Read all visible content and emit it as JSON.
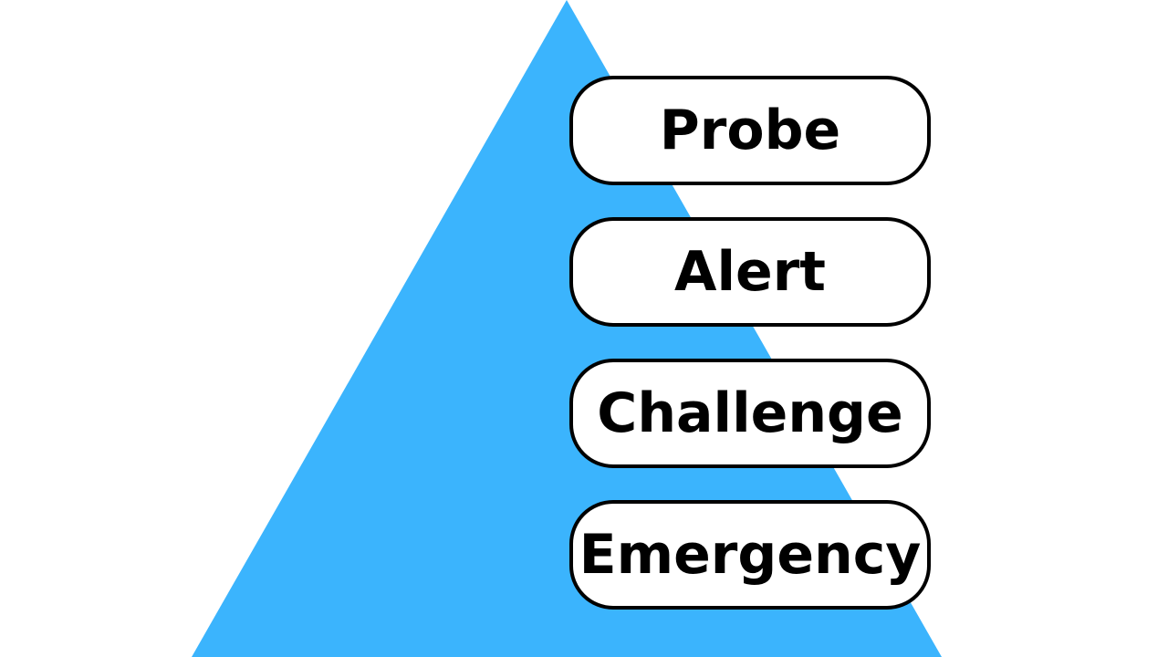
{
  "pyramid": {
    "fill_color": "#3bb4fd",
    "levels": [
      {
        "label": "Probe"
      },
      {
        "label": "Alert"
      },
      {
        "label": "Challenge"
      },
      {
        "label": "Emergency"
      }
    ]
  },
  "colors": {
    "background": "#ffffff",
    "box_fill": "#ffffff",
    "box_border": "#000000",
    "text": "#000000"
  }
}
